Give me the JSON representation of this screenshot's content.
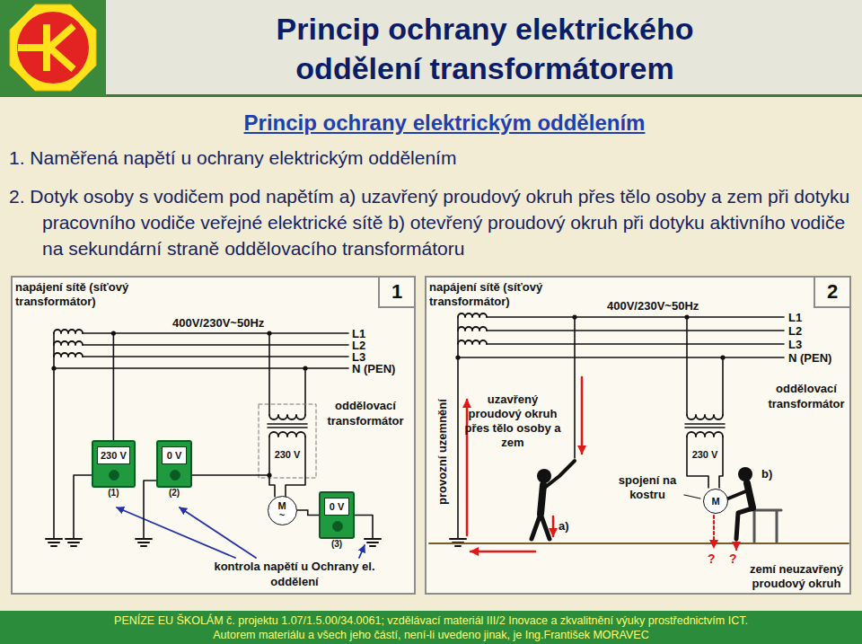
{
  "diagram": {
    "title": "Princip ochrany elektrického oddělení transformátorem",
    "nodes": [
      {
        "text": [
          "1"
        ]
      },
      {
        "text": [
          "230 V",
          "(1)"
        ],
        "in": 0
      },
      {
        "text": [
          "0 V",
          "(2)"
        ],
        "in": 0
      },
      {
        "text": [
          "0 V",
          "(3)"
        ],
        "in": 0
      },
      {
        "text": [
          "M",
          "~"
        ],
        "in": 0
      },
      {
        "text": [
          "2"
        ]
      },
      {
        "text": [
          "M"
        ],
        "in": 5
      }
    ],
    "edges": [
      {
        "from": 3,
        "to": 4,
        "arrow": "none"
      }
    ],
    "labels": [
      "Princip ochrany elektrickým oddělením",
      "1. Naměřená napětí u ochrany elektrickým oddělením",
      "2. Dotyk osoby s vodičem pod napětím a) uzavřený proudový okruh přes tělo osoby a zem při dotyku pracovního vodiče veřejné elektrické sítě b) otevřený proudový okruh při dotyku aktivního vodiče na sekundární straně oddělovacího transformátoru",
      "napájení sítě (síťový transformátor)",
      "400V/230V~50Hz",
      "L1",
      "L2",
      "L3",
      "N (PEN)",
      "oddělovací transformátor",
      "230 V",
      "kontrola napětí u Ochrany el. oddělení",
      "napájení sítě (síťový transformátor)",
      "400V/230V~50Hz",
      "L1",
      "L2",
      "L3",
      "N (PEN)",
      "oddělovací transformátor",
      "provozní uzemnění",
      "uzavřený proudový okruh přes tělo osoby a zem",
      "a)",
      "230 V",
      "spojení na kostru",
      "b)",
      "zemí neuzavřený proudový okruh",
      "PENÍZE EU ŠKOLÁM č. projektu 1.07/1.5.00/34.0061; vzdělávací materiál III/2 Inovace a zkvalitnění výuky prostřednictvím ICT.",
      "Autorem materiálu a všech jeho částí, není-li uvedeno jinak, je Ing.František MORAVEC",
      "?",
      "?"
    ]
  }
}
